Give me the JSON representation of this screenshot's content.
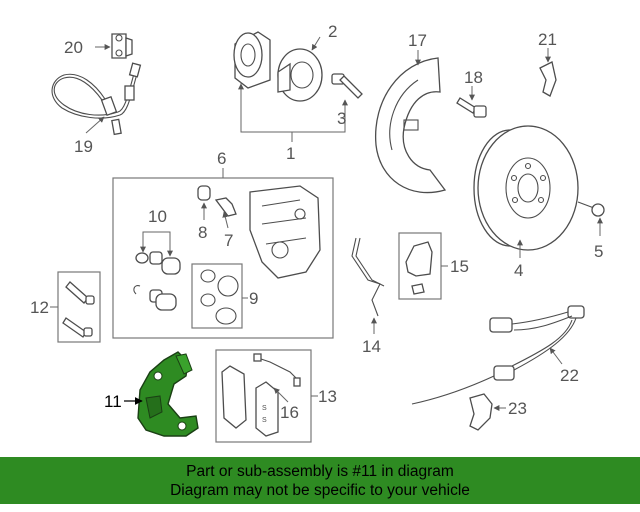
{
  "callouts": {
    "c1": "1",
    "c2": "2",
    "c3": "3",
    "c4": "4",
    "c5": "5",
    "c6": "6",
    "c7": "7",
    "c8": "8",
    "c9": "9",
    "c10": "10",
    "c11": "11",
    "c12": "12",
    "c13": "13",
    "c14": "14",
    "c15": "15",
    "c16": "16",
    "c17": "17",
    "c18": "18",
    "c19": "19",
    "c20": "20",
    "c21": "21",
    "c22": "22",
    "c23": "23"
  },
  "highlight": {
    "part_number": "11",
    "color": "#2e8b22"
  },
  "banner": {
    "line1": "Part or sub-assembly is #11 in diagram",
    "line2": "Diagram may not be specific to your vehicle",
    "background": "#2e8b22"
  }
}
